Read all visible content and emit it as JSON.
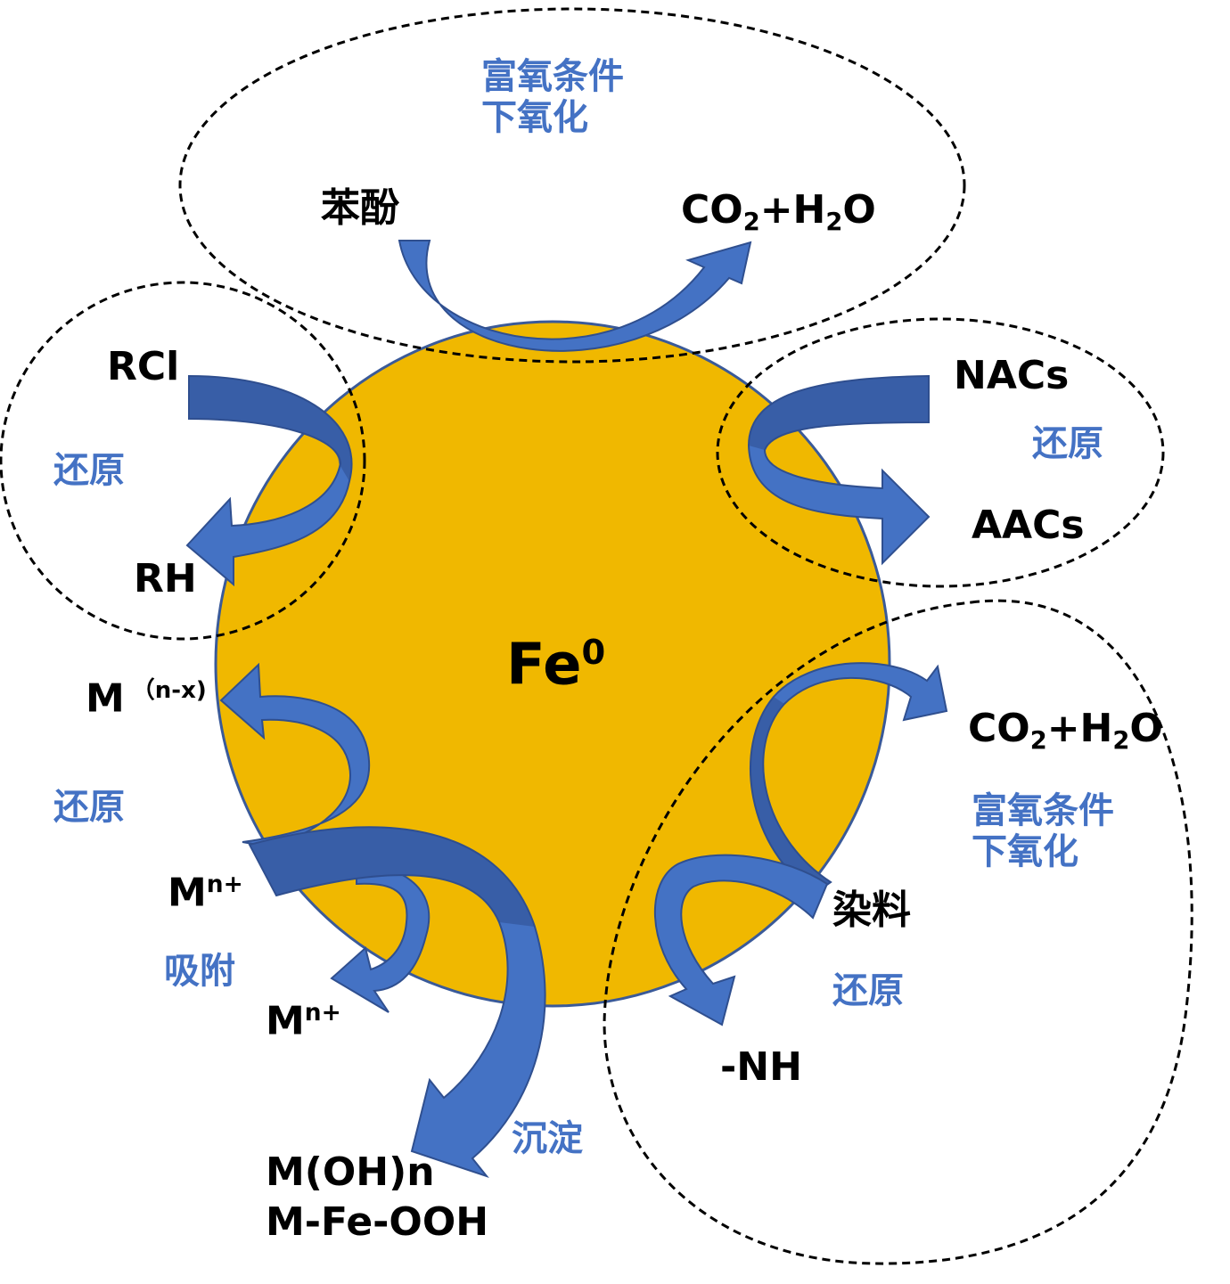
{
  "colors": {
    "particle_fill": "#f0b800",
    "particle_stroke": "#3a5a99",
    "arrow_fill": "#4472c4",
    "arrow_dark": "#2f4f8f",
    "label_blue": "#4472c4",
    "label_black": "#000000",
    "dashed_outline": "#000000"
  },
  "center": {
    "label": "Fe",
    "superscript": "0"
  },
  "top": {
    "condition_line1": "富氧条件",
    "condition_line2": "下氧化",
    "reactant": "苯酚",
    "product": {
      "a": "CO",
      "a_sub": "2",
      "plus": "+H",
      "b_sub": "2",
      "c": "O"
    }
  },
  "left_upper": {
    "reactant": "RCl",
    "process": "还原",
    "product": "RH"
  },
  "right_upper": {
    "reactant": "NACs",
    "process": "还原",
    "product": "AACs"
  },
  "left_lower": {
    "reduced": {
      "base": "M",
      "superscript": "（n-x)"
    },
    "process_reduce": "还原",
    "ion": {
      "base": "M",
      "superscript": "n+"
    },
    "process_adsorb": "吸附",
    "adsorbed": {
      "base": "M",
      "superscript": "n+"
    },
    "process_precip": "沉淀",
    "precipitate_line1": "M(OH)n",
    "precipitate_line2": "M-Fe-OOH"
  },
  "right_lower": {
    "product": {
      "a": "CO",
      "a_sub": "2",
      "plus": "+H",
      "b_sub": "2",
      "c": "O"
    },
    "condition_line1": "富氧条件",
    "condition_line2": "下氧化",
    "reactant": "染料",
    "process": "还原",
    "reduced_product": "-NH"
  },
  "icons": [
    "curved-arrow-icon"
  ]
}
